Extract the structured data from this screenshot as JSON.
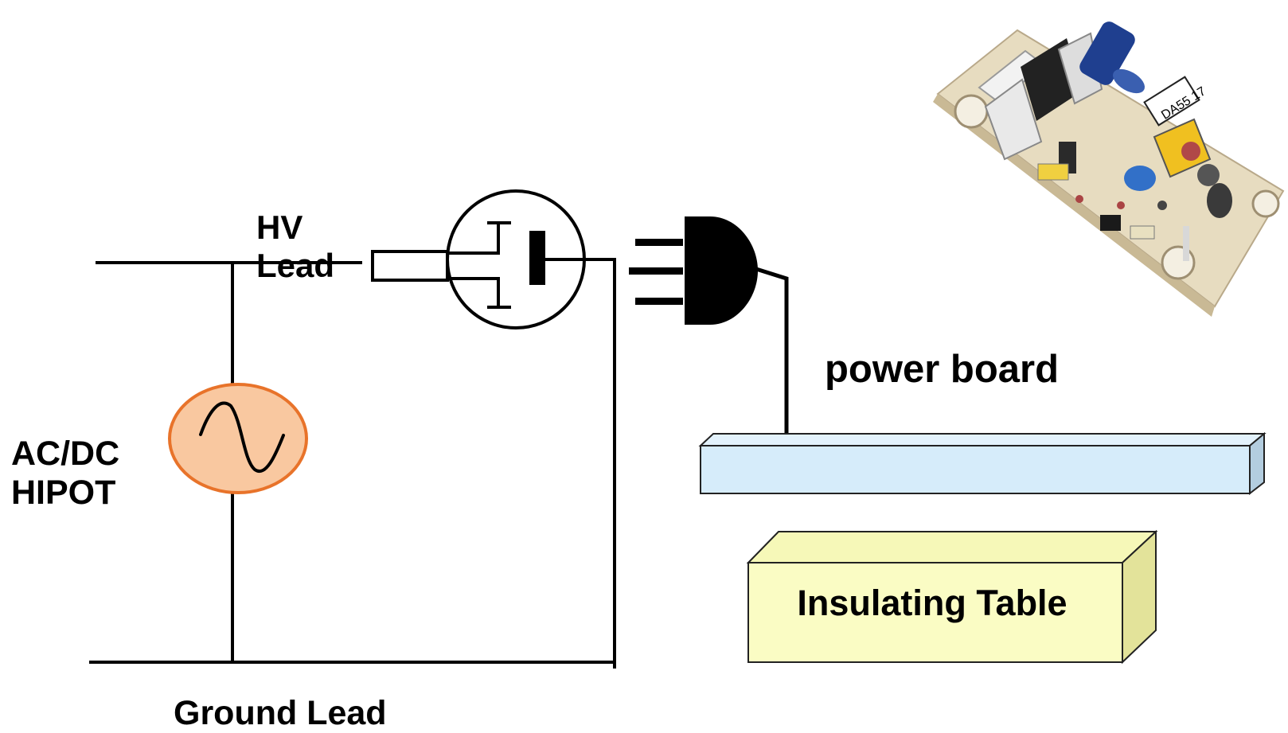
{
  "labels": {
    "hv_line1": "HV",
    "hv_line2": "Lead",
    "hipot_line1": "AC/DC",
    "hipot_line2": "HIPOT",
    "ground_lead": "Ground Lead",
    "power_board": "power board",
    "insulating_table": "Insulating Table"
  },
  "colors": {
    "wire": "#000000",
    "source_fill": "#f9c8a0",
    "source_stroke": "#e8732a",
    "board_fill": "#d6ecfa",
    "board_side": "#b3cddf",
    "table_front": "#fafcc4",
    "table_side": "#e3e39a",
    "table_top": "#f6f8b8"
  },
  "icons": {
    "source": "ac-sine-source-icon",
    "probe": "hv-probe-icon",
    "plug": "power-plug-icon",
    "board_photo": "power-board-pcb-image"
  }
}
